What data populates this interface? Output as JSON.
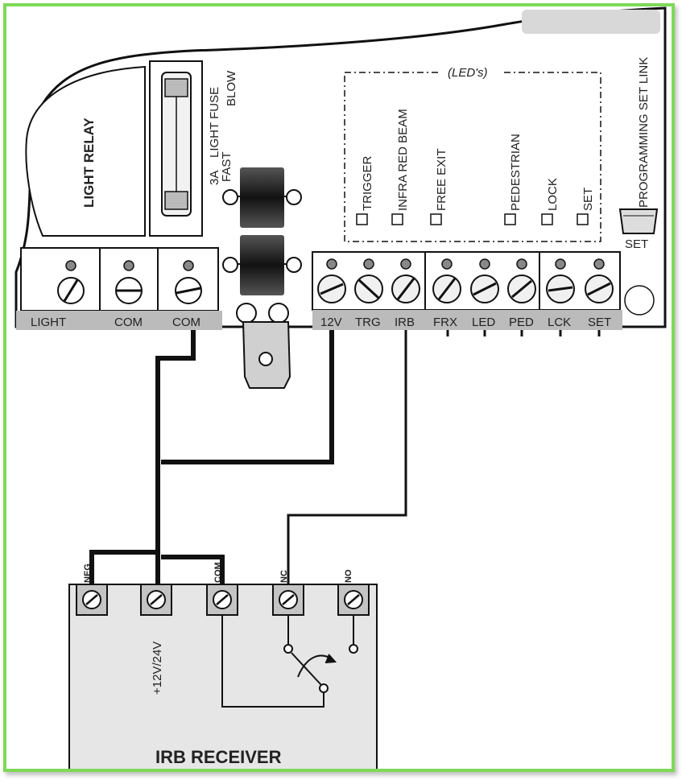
{
  "board": {
    "light_relay": "LIGHT  RELAY",
    "fuse_rating": "3A",
    "fuse_type": "FAST",
    "fuse_blow": "BLOW",
    "fuse_name": "LIGHT  FUSE",
    "leds_title": "(LED's)",
    "led_items": [
      "TRIGGER",
      "INFRA RED BEAM",
      "FREE EXIT",
      "PEDESTRIAN",
      "LOCK",
      "SET"
    ],
    "programming_link": "PROGRAMMING SET LINK",
    "set_button": "SET",
    "terminals": [
      "LIGHT",
      "COM",
      "COM",
      "12V",
      "TRG",
      "IRB",
      "FRX",
      "LED",
      "PED",
      "LCK",
      "SET"
    ]
  },
  "receiver": {
    "title": "IRB RECEIVER",
    "terminals": [
      "NEG",
      "+12V/24V",
      "COM",
      "NC",
      "NO"
    ]
  },
  "colors": {
    "frame": "#7ed957",
    "receiver_fill": "#e6e6e6",
    "terminal_fill": "#c4c4c4",
    "wire": "#111111"
  }
}
